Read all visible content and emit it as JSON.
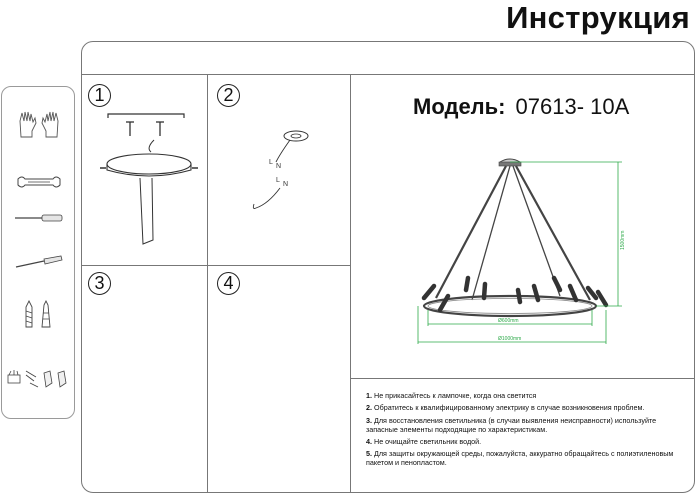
{
  "header": {
    "title": "Инструкция"
  },
  "model": {
    "label": "Модель:",
    "value": "07613- 10A"
  },
  "steps": [
    "1",
    "2",
    "3",
    "4"
  ],
  "dimensions": {
    "height": "1500mm",
    "inner_diameter": "Ø600mm",
    "outer_diameter": "Ø1000mm"
  },
  "notes": [
    {
      "num": "1.",
      "text": "Не прикасайтесь к лампочке, когда она светится"
    },
    {
      "num": "2.",
      "text": "Обратитесь к квалифицированному электрику в случае возникновения проблем."
    },
    {
      "num": "3.",
      "text": "Для восстановления светильника (в случаи выявления неисправности) используйте запасные элементы подходящие по характеристикам."
    },
    {
      "num": "4.",
      "text": "Не очищайте светильник водой."
    },
    {
      "num": "5.",
      "text": "Для защиты окружающей среды, пожалуйста, аккуратно обращайтесь с полиэтиленовым пакетом и пенопластом."
    }
  ],
  "tools": [
    "gloves-icon",
    "wrench-icon",
    "screwdriver-icon",
    "flathead-screwdriver-icon",
    "anchor-bolt-icon",
    "screws-connectors-icon"
  ],
  "colors": {
    "dimension_green": "#2eaa4a",
    "line": "#444444"
  }
}
